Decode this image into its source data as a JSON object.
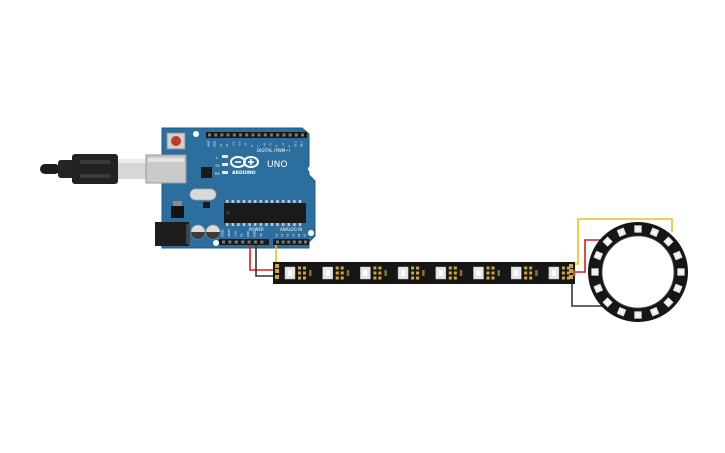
{
  "board": {
    "logo_text": "ARDUINO",
    "model": "UNO",
    "digital_header": "DIGITAL (PWM~)",
    "power_header": "POWER",
    "analog_header": "ANALOG IN",
    "led_l": "L",
    "led_tx": "TX",
    "led_rx": "RX",
    "top_pin_labels": [
      "AREF",
      "GND",
      "13",
      "12",
      "~11",
      "~10",
      "~9",
      "8",
      "7",
      "~6",
      "~5",
      "4",
      "~3",
      "2",
      "TX 1",
      "RX 0"
    ],
    "power_pin_labels": [
      "IOREF",
      "RESET",
      "3.3V",
      "5V",
      "GND",
      "GND",
      "Vin"
    ],
    "analog_pin_labels": [
      "A0",
      "A1",
      "A2",
      "A3",
      "A4",
      "A5"
    ]
  },
  "strip": {
    "pixel_count": 8
  },
  "ring": {
    "pixel_count": 16
  },
  "colors": {
    "board_blue": "#2c6e9e",
    "board_edge": "#1f5a86",
    "wire_red": "#d32020",
    "wire_yellow": "#e8c21a",
    "wire_black": "#333333",
    "strip_black": "#161616",
    "usb_black": "#222222"
  }
}
